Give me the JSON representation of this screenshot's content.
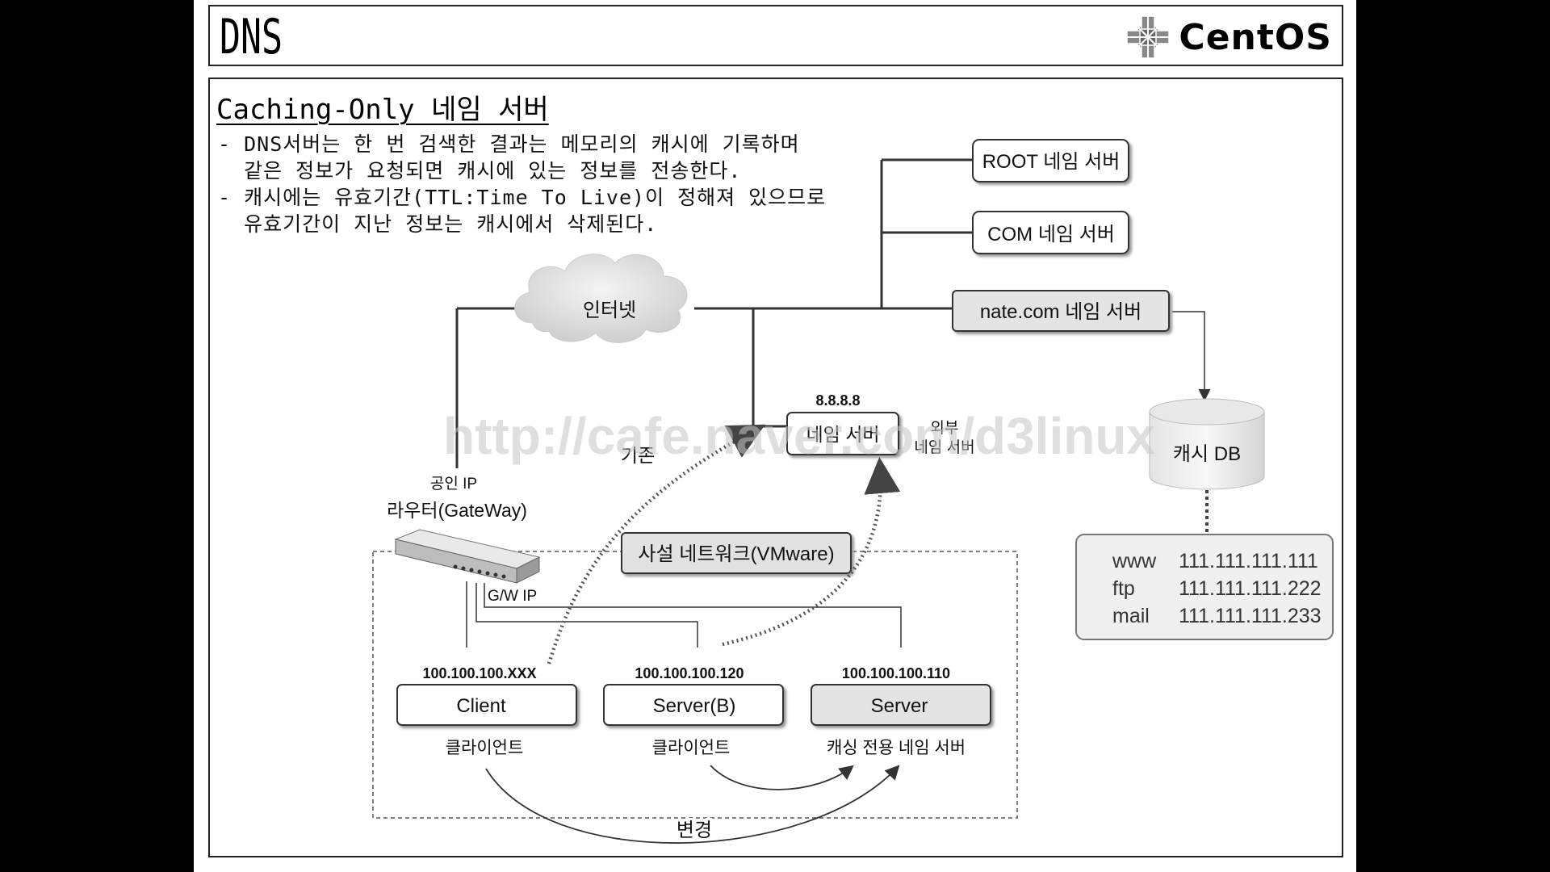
{
  "header": {
    "title": "DNS",
    "logo_text": "CentOS"
  },
  "main": {
    "heading": "Caching-Only 네임 서버",
    "bullets": [
      "- DNS서버는 한 번 검색한 결과는 메모리의 캐시에 기록하며",
      "  같은 정보가 요청되면 캐시에 있는 정보를 전송한다.",
      "- 캐시에는 유효기간(TTL:Time To Live)이 정해져 있으므로",
      "  유효기간이 지난 정보는 캐시에서 삭제된다."
    ]
  },
  "diagram": {
    "internet": "인터넷",
    "root_ns": "ROOT 네임 서버",
    "com_ns": "COM 네임 서버",
    "nate_ns": "nate.com 네임 서버",
    "ext_ip": "8.8.8.8",
    "ext_ns": "네임 서버",
    "ext_label1": "외부",
    "ext_label2": "네임 서버",
    "existing": "기존",
    "public_ip": "공인 IP",
    "router": "라우터(GateWay)",
    "gw_ip": "G/W IP",
    "private_net": "사설 네트워크(VMware)",
    "client_ip": "100.100.100.XXX",
    "client": "Client",
    "client_sub": "클라이언트",
    "serverb_ip": "100.100.100.120",
    "serverb": "Server(B)",
    "serverb_sub": "클라이언트",
    "server_ip": "100.100.100.110",
    "server": "Server",
    "server_sub": "캐싱 전용 네임 서버",
    "change": "변경",
    "cache_db": "캐시 DB",
    "cache_entries": [
      {
        "host": "www",
        "ip": "111.111.111.111"
      },
      {
        "host": "ftp",
        "ip": "111.111.111.222"
      },
      {
        "host": "mail",
        "ip": "111.111.111.233"
      }
    ],
    "watermark": "http://cafe.naver.com/d3linux"
  }
}
